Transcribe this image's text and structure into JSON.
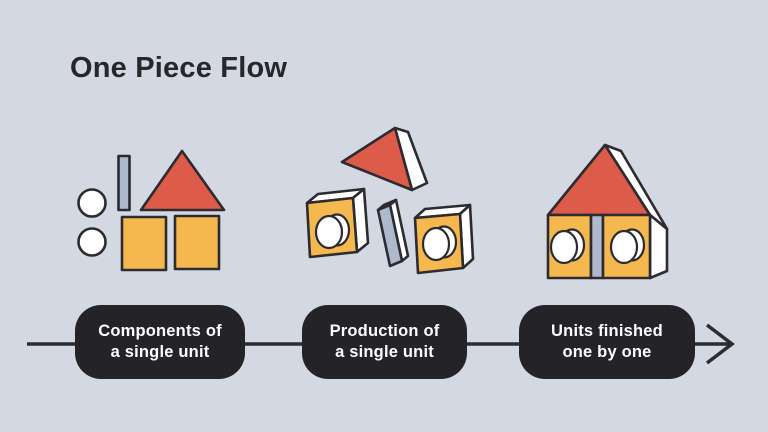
{
  "slide": {
    "title": "One Piece Flow"
  },
  "flow": {
    "stages": [
      {
        "icon": "building-blocks-separate-icon",
        "label_line1": "Components of",
        "label_line2": "a single unit"
      },
      {
        "icon": "building-blocks-assembling-icon",
        "label_line1": "Production of",
        "label_line2": "a single unit"
      },
      {
        "icon": "building-blocks-house-icon",
        "label_line1": "Units finished",
        "label_line2": "one by one"
      }
    ],
    "arrow_direction": "right"
  },
  "colors": {
    "bg": "#D4D8E3",
    "ink": "#27272B",
    "box_bg": "#232328",
    "box_text": "#FFFFFF",
    "red": "#DC5B49",
    "orange": "#F5B84F",
    "bar_gray": "#AFB9CD",
    "white": "#FFFFFF",
    "outline": "#2B2B30"
  }
}
